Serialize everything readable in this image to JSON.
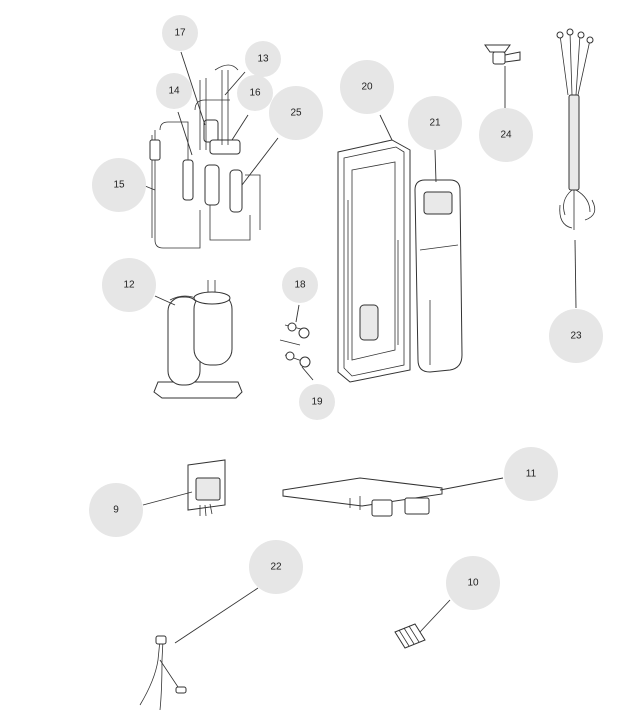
{
  "callouts": [
    {
      "label": "17"
    },
    {
      "label": "13"
    },
    {
      "label": "14"
    },
    {
      "label": "16"
    },
    {
      "label": "25"
    },
    {
      "label": "15"
    },
    {
      "label": "20"
    },
    {
      "label": "21"
    },
    {
      "label": "24"
    },
    {
      "label": "23"
    },
    {
      "label": "12"
    },
    {
      "label": "18"
    },
    {
      "label": "19"
    },
    {
      "label": "9"
    },
    {
      "label": "11"
    },
    {
      "label": "22"
    },
    {
      "label": "10"
    }
  ],
  "colors": {
    "callout_fill": "#e6e6e6",
    "line": "#333333"
  }
}
